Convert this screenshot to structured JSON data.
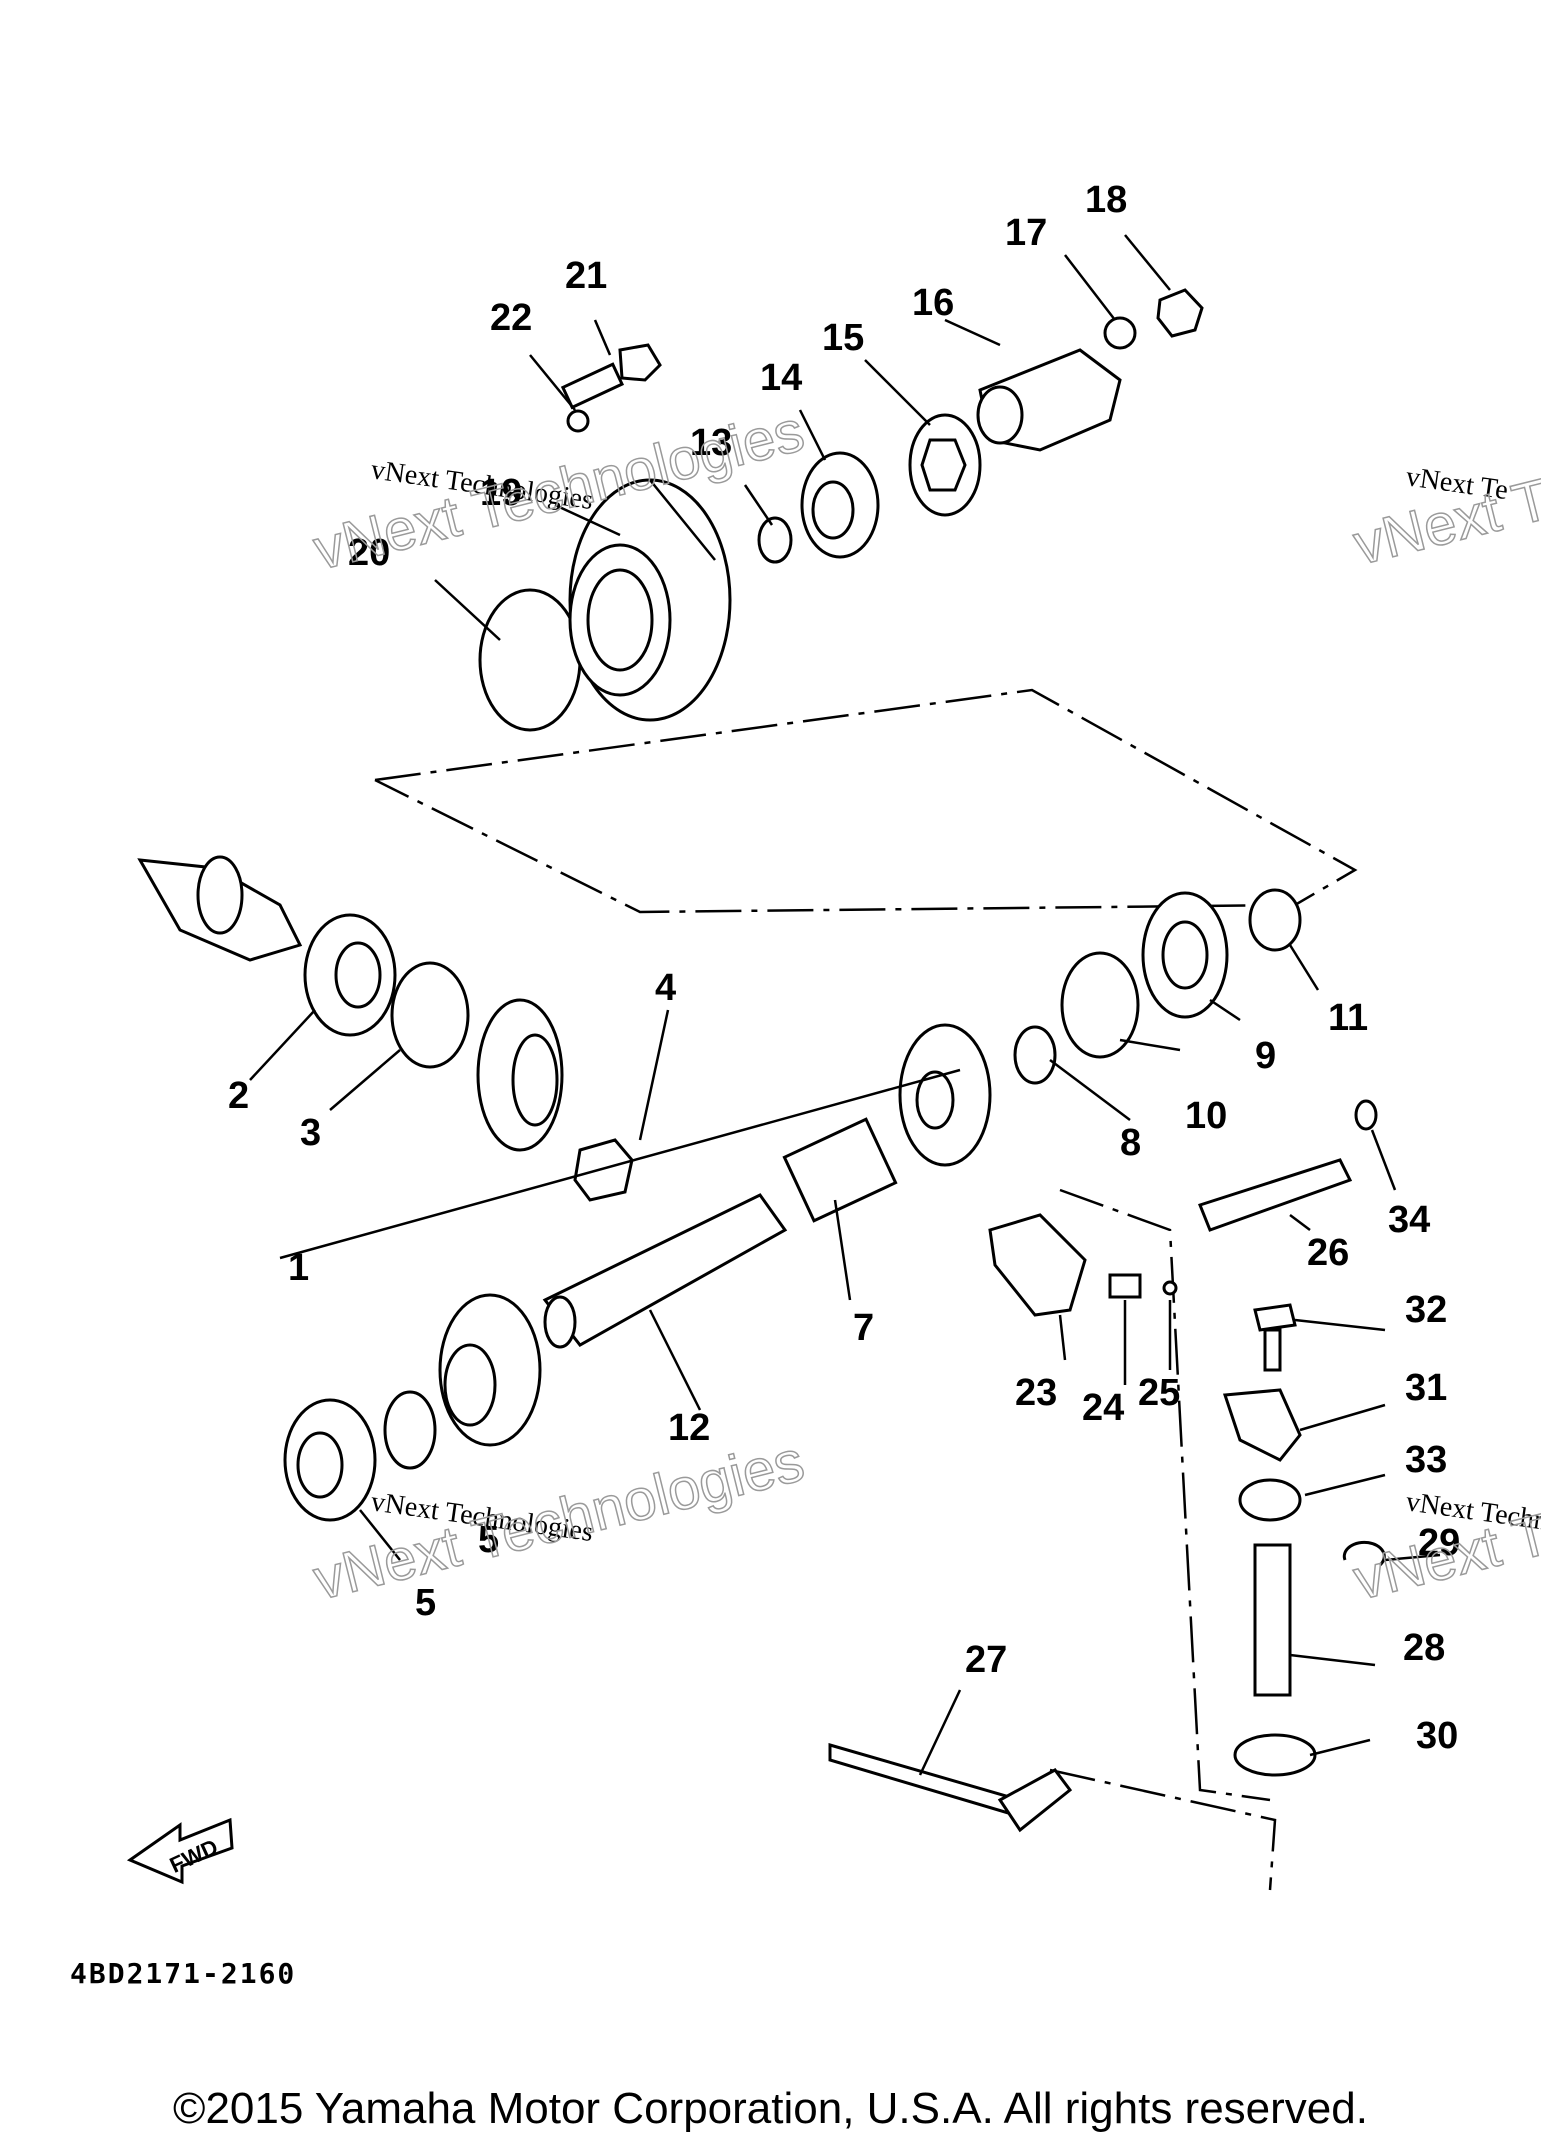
{
  "diagram": {
    "part_code": "4BD2171-2160",
    "fwd_label": "FWD",
    "copyright": "©2015 Yamaha Motor Corporation, U.S.A. All rights reserved.",
    "watermarks": [
      {
        "small": "vNext Technologies",
        "big": "vNext Technologies"
      },
      {
        "small": "vNext Technologies",
        "big": "vNext Technologies"
      },
      {
        "small": "vNext Technologies",
        "big": "vNext Technologies"
      },
      {
        "small": "vNext Te",
        "big": "vNext Techn"
      }
    ],
    "callouts": [
      {
        "label": "1"
      },
      {
        "label": "2"
      },
      {
        "label": "3"
      },
      {
        "label": "4"
      },
      {
        "label": "5"
      },
      {
        "label": "5"
      },
      {
        "label": "7"
      },
      {
        "label": "8"
      },
      {
        "label": "9"
      },
      {
        "label": "10"
      },
      {
        "label": "11"
      },
      {
        "label": "12"
      },
      {
        "label": "13"
      },
      {
        "label": "14"
      },
      {
        "label": "15"
      },
      {
        "label": "16"
      },
      {
        "label": "17"
      },
      {
        "label": "18"
      },
      {
        "label": "19"
      },
      {
        "label": "20"
      },
      {
        "label": "21"
      },
      {
        "label": "22"
      },
      {
        "label": "23"
      },
      {
        "label": "24"
      },
      {
        "label": "25"
      },
      {
        "label": "26"
      },
      {
        "label": "27"
      },
      {
        "label": "28"
      },
      {
        "label": "29"
      },
      {
        "label": "30"
      },
      {
        "label": "31"
      },
      {
        "label": "32"
      },
      {
        "label": "33"
      },
      {
        "label": "34"
      }
    ]
  }
}
